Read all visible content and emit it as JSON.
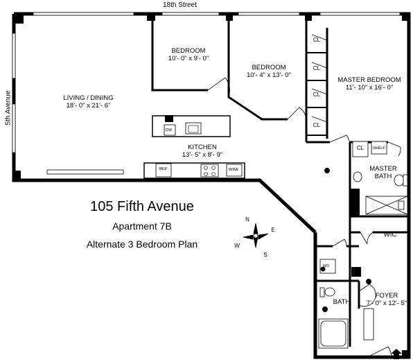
{
  "streets": {
    "north": "18th Street",
    "west": "5th Avenue"
  },
  "rooms": {
    "bedroom1": {
      "name": "BEDROOM",
      "dims": "10'- 0\" x 9'- 0\""
    },
    "bedroom2": {
      "name": "BEDROOM",
      "dims": "10'- 4\" x 13'- 0\""
    },
    "master_bedroom": {
      "name": "MASTER BEDROOM",
      "dims": "11'- 10\" x 16'- 0\""
    },
    "living": {
      "name": "LIVING / DINING",
      "dims": "18'- 0\" x 21'- 6\""
    },
    "kitchen": {
      "name": "KITCHEN",
      "dims": "13'- 5\" x 8'- 9\""
    },
    "master_bath": {
      "name_line1": "MASTER",
      "name_line2": "BATH"
    },
    "wic": {
      "name": "WIC"
    },
    "bath": {
      "name": "BATH"
    },
    "foyer": {
      "name": "FOYER",
      "dims": "7'- 0\" x 12'- 5\""
    }
  },
  "closets": [
    "CL",
    "CL",
    "CL",
    "CL",
    "CL"
  ],
  "fixtures": {
    "dw": "DW",
    "ref": "REF",
    "wine": "WINE",
    "wd": "WD",
    "shelf": "SHELF"
  },
  "compass": {
    "n": "N",
    "s": "S",
    "e": "E",
    "w": "W"
  },
  "info": {
    "address": "105 Fifth Avenue",
    "apartment": "Apartment 7B",
    "plan": "Alternate 3 Bedroom Plan"
  }
}
